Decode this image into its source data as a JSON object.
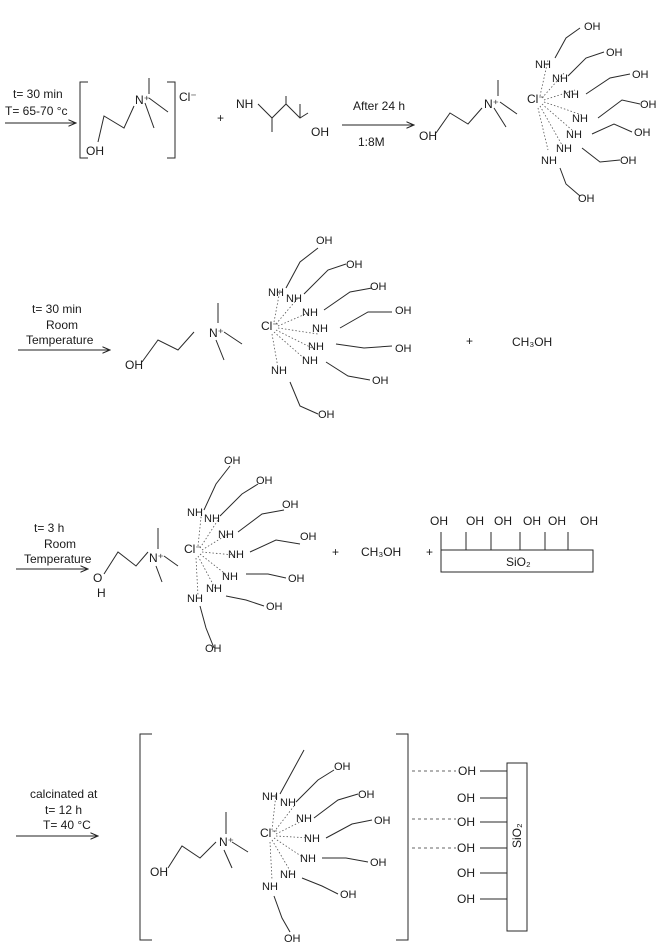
{
  "step1": {
    "conditions": [
      "t= 30 min",
      "T= 65-70 °c"
    ],
    "choline": {
      "oh": "OH",
      "n": "N⁺",
      "anion": "Cl⁻"
    },
    "plus": "+",
    "amine": {
      "nh": "NH",
      "oh": "OH"
    },
    "arrow_top": "After 24 h",
    "arrow_bottom": "1:8M"
  },
  "step2": {
    "conditions": [
      "t= 30 min",
      "Room",
      "Temperature"
    ],
    "plus": "+",
    "methanol": "CH₃OH"
  },
  "step3": {
    "conditions": [
      "t= 3 h",
      "Room",
      "Temperature"
    ],
    "plus1": "+",
    "methanol": "CH₃OH",
    "plus2": "+",
    "silica_label": "SiO₂",
    "silanol": "OH",
    "choline_oh": "O",
    "choline_h": "H"
  },
  "step4": {
    "conditions": [
      "calcinated at",
      "t= 12 h",
      "T= 40 °C"
    ],
    "silica_label": "SiO₂",
    "silanol": "OH"
  },
  "complex": {
    "n": "N⁺",
    "cl": "Cl⁻",
    "nh": "NH",
    "oh": "OH"
  }
}
